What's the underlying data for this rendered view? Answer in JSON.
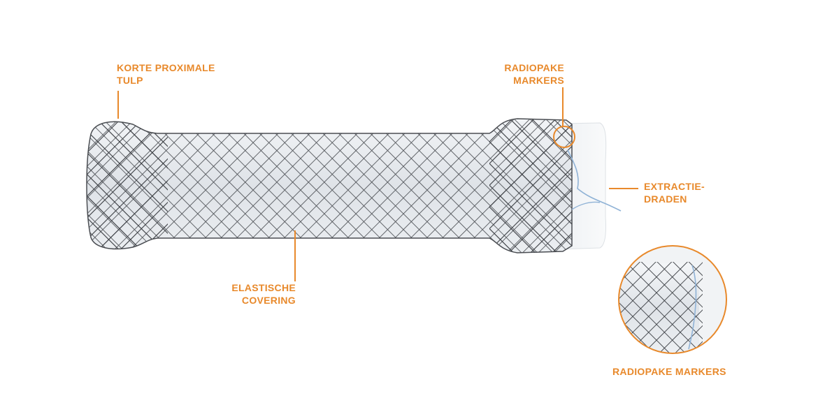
{
  "colors": {
    "accent": "#e8892b",
    "mesh": "#3a3d42",
    "cover": "#eef1f4"
  },
  "labels": {
    "proximal": [
      "KORTE PROXIMALE",
      "TULP"
    ],
    "markers": [
      "RADIOPAKE",
      "MARKERS"
    ],
    "extraction": [
      "EXTRACTIE-",
      "DRADEN"
    ],
    "covering": [
      "ELASTISCHE",
      "COVERING"
    ],
    "inset": "RADIOPAKE MARKERS"
  }
}
